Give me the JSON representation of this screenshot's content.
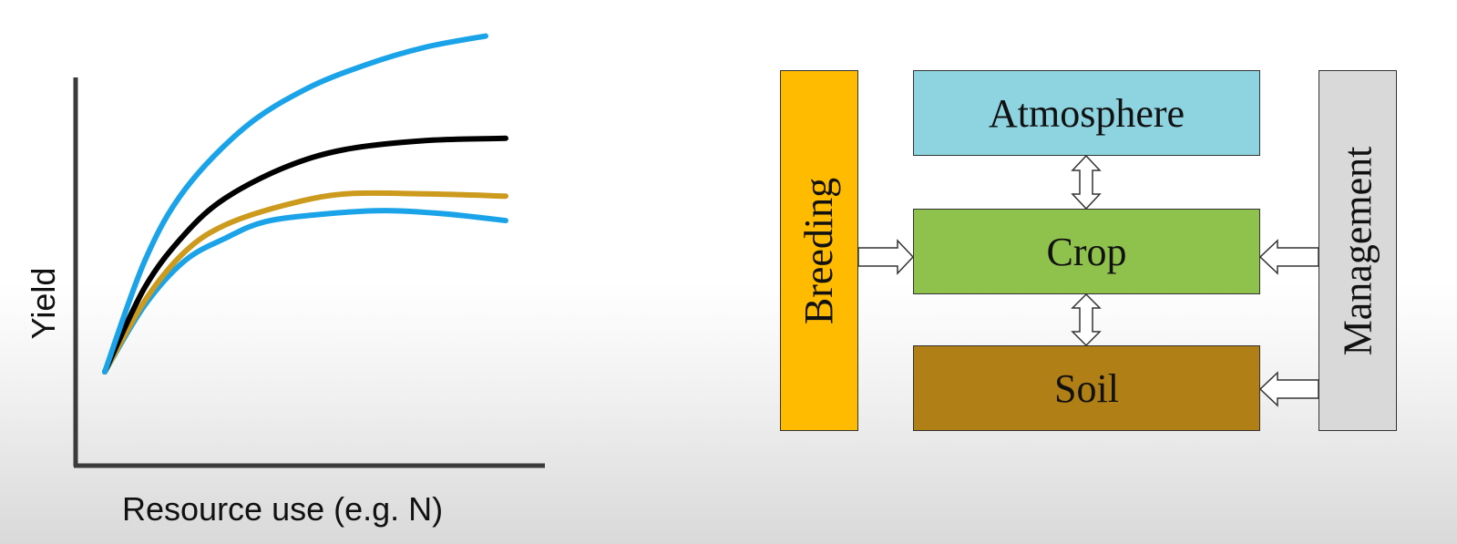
{
  "chart_data": {
    "type": "line",
    "xlabel": "Resource use (e.g. N)",
    "ylabel": "Yield",
    "grid": false,
    "series": [
      {
        "color": "#1aa3e8",
        "points": [
          [
            0,
            0
          ],
          [
            0.1,
            0.3
          ],
          [
            0.2,
            0.5
          ],
          [
            0.3,
            0.6
          ],
          [
            0.4,
            0.675
          ],
          [
            0.55,
            0.71
          ],
          [
            0.7,
            0.725
          ],
          [
            0.85,
            0.71
          ],
          [
            1,
            0.68
          ]
        ]
      },
      {
        "color": "#cc9a1c",
        "points": [
          [
            0,
            0
          ],
          [
            0.1,
            0.32
          ],
          [
            0.2,
            0.54
          ],
          [
            0.3,
            0.66
          ],
          [
            0.45,
            0.75
          ],
          [
            0.6,
            0.8
          ],
          [
            0.8,
            0.8
          ],
          [
            1,
            0.79
          ]
        ]
      },
      {
        "color": "#000000",
        "points": [
          [
            0,
            0
          ],
          [
            0.1,
            0.38
          ],
          [
            0.2,
            0.62
          ],
          [
            0.3,
            0.78
          ],
          [
            0.45,
            0.92
          ],
          [
            0.6,
            1.0
          ],
          [
            0.8,
            1.04
          ],
          [
            1,
            1.05
          ]
        ]
      },
      {
        "color": "#1aa3e8",
        "points": [
          [
            0,
            0
          ],
          [
            0.1,
            0.5
          ],
          [
            0.2,
            0.82
          ],
          [
            0.35,
            1.1
          ],
          [
            0.5,
            1.27
          ],
          [
            0.65,
            1.38
          ],
          [
            0.8,
            1.46
          ],
          [
            0.95,
            1.51
          ]
        ]
      }
    ]
  },
  "diagram": {
    "breeding": {
      "label": "Breeding",
      "color": "#ffbb00"
    },
    "atmosphere": {
      "label": "Atmosphere",
      "color": "#8dd3e0"
    },
    "crop": {
      "label": "Crop",
      "color": "#8fc24d"
    },
    "soil": {
      "label": "Soil",
      "color": "#b07f15"
    },
    "management": {
      "label": "Management",
      "color": "#d9d9d9"
    }
  }
}
